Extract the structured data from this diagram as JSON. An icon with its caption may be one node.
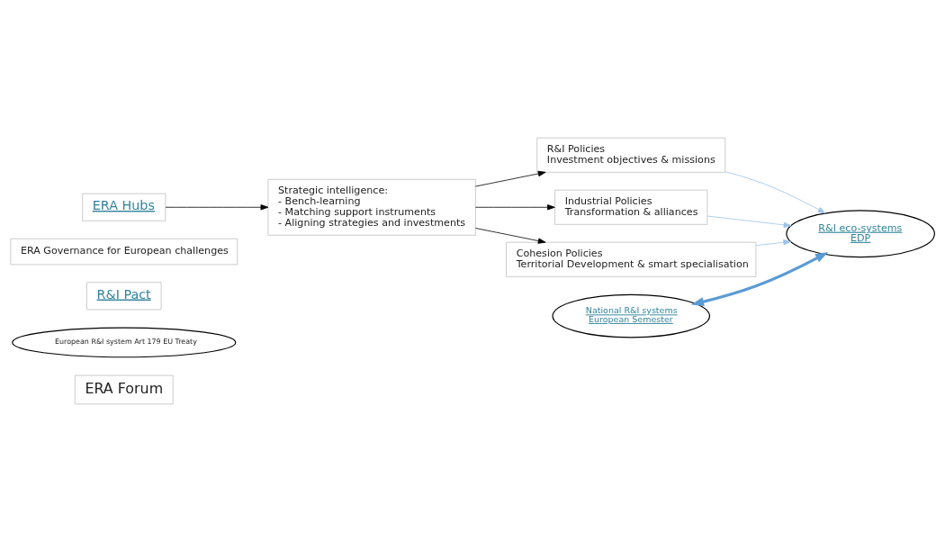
{
  "diagram": {
    "nodes": [
      {
        "text": [
          "ERA Forum"
        ]
      },
      {
        "text": [
          "European R&I system Art 179 EU Treaty"
        ]
      },
      {
        "text": [
          "R&I Pact"
        ]
      },
      {
        "text": [
          "ERA Governance for European challenges"
        ]
      },
      {
        "text": [
          "ERA Hubs"
        ]
      },
      {
        "text": [
          "Strategic intelligence:",
          "- Bench-learning",
          "- Matching support instruments",
          "- Aligning strategies and investments"
        ]
      },
      {
        "text": [
          "R&I Policies",
          "Investment objectives & missions"
        ]
      },
      {
        "text": [
          "Industrial Policies",
          "Transformation & alliances"
        ]
      },
      {
        "text": [
          "Cohesion Policies",
          "Territorial Development & smart specialisation"
        ]
      },
      {
        "text": [
          "National R&I systems",
          "European Semester"
        ]
      },
      {
        "text": [
          "R&I eco-systems",
          "EDP"
        ]
      }
    ],
    "edges": [
      {
        "from": 4,
        "to": 5,
        "arrow": "to"
      },
      {
        "from": 5,
        "to": 6,
        "arrow": "to"
      },
      {
        "from": 5,
        "to": 7,
        "arrow": "to"
      },
      {
        "from": 5,
        "to": 8,
        "arrow": "to"
      },
      {
        "from": 6,
        "to": 10,
        "arrow": "to",
        "color": "#9dc3e6"
      },
      {
        "from": 7,
        "to": 10,
        "arrow": "to",
        "color": "#9dc3e6"
      },
      {
        "from": 8,
        "to": 10,
        "arrow": "to",
        "color": "#9dc3e6"
      },
      {
        "from": 9,
        "to": 10,
        "arrow": "both",
        "style": "thick",
        "color": "#5b9bd5"
      }
    ]
  }
}
